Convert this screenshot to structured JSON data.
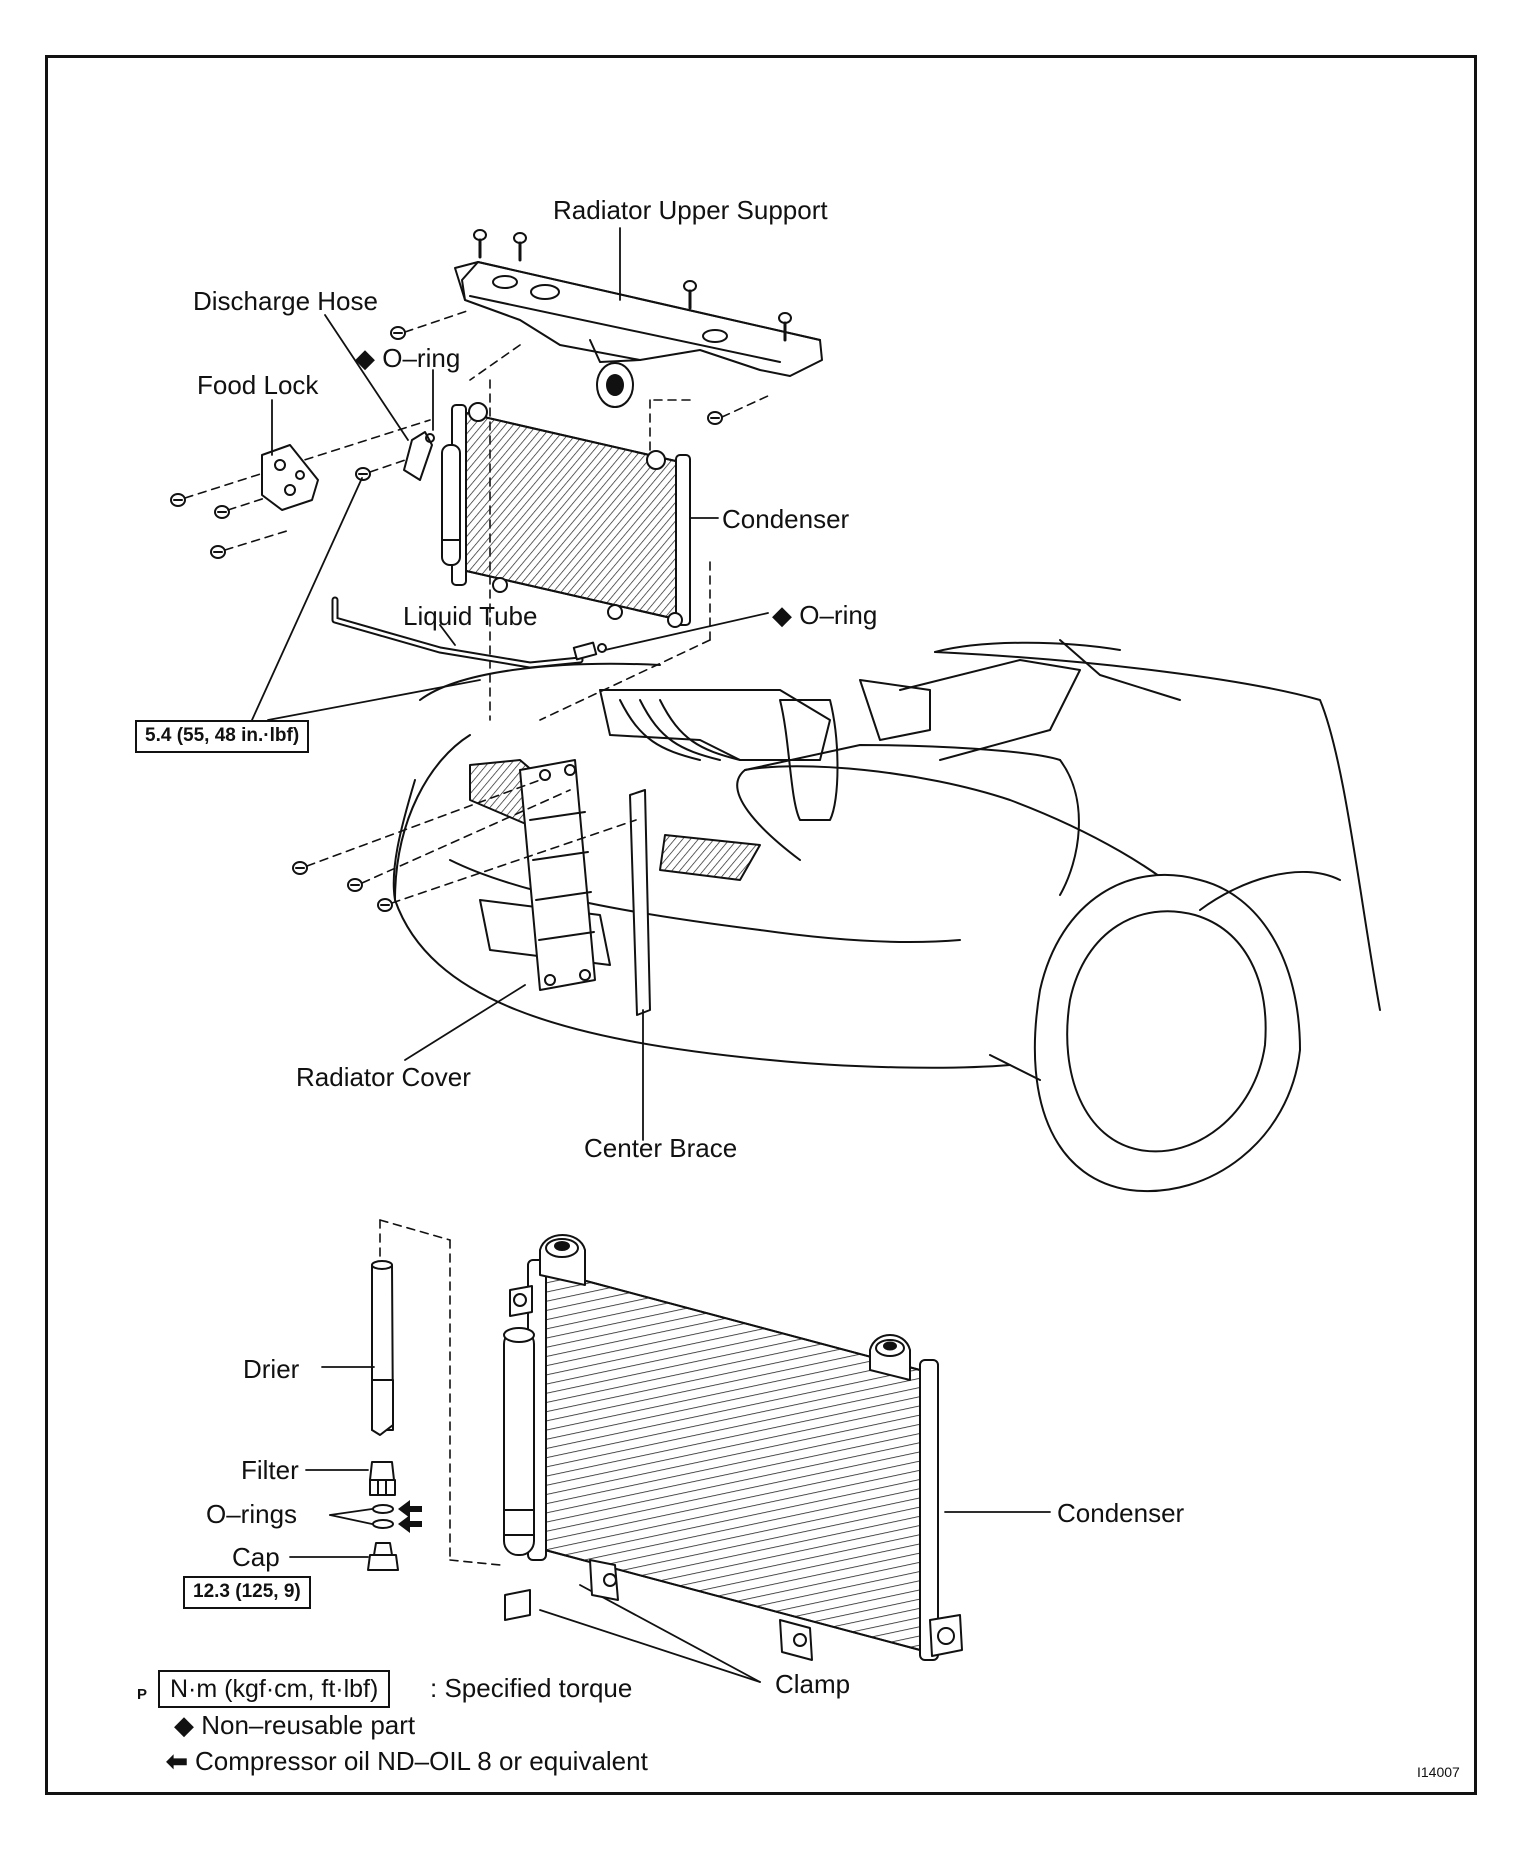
{
  "labels": {
    "radiator_upper_support": "Radiator Upper Support",
    "discharge_hose": "Discharge Hose",
    "o_ring_top": "O–ring",
    "food_lock": "Food Lock",
    "condenser_top": "Condenser",
    "liquid_tube": "Liquid Tube",
    "o_ring_right": "O–ring",
    "radiator_cover": "Radiator Cover",
    "center_brace": "Center Brace",
    "drier": "Drier",
    "filter": "Filter",
    "o_rings": "O–rings",
    "cap": "Cap",
    "condenser_bottom": "Condenser",
    "clamp": "Clamp"
  },
  "torques": {
    "upper": "5.4 (55, 48 in.·lbf)",
    "cap": "12.3 (125, 9)"
  },
  "legend": {
    "torque_marker": "P",
    "torque_units": "N·m (kgf·cm, ft·lbf)",
    "torque_text": ": Specified torque",
    "nonreusable_text": "Non–reusable part",
    "oil_text": "Compressor oil ND–OIL 8 or equivalent"
  },
  "figure_id": "I14007",
  "icons": {
    "nonreusable": "diamond-icon",
    "oil": "arrow-left-icon"
  }
}
